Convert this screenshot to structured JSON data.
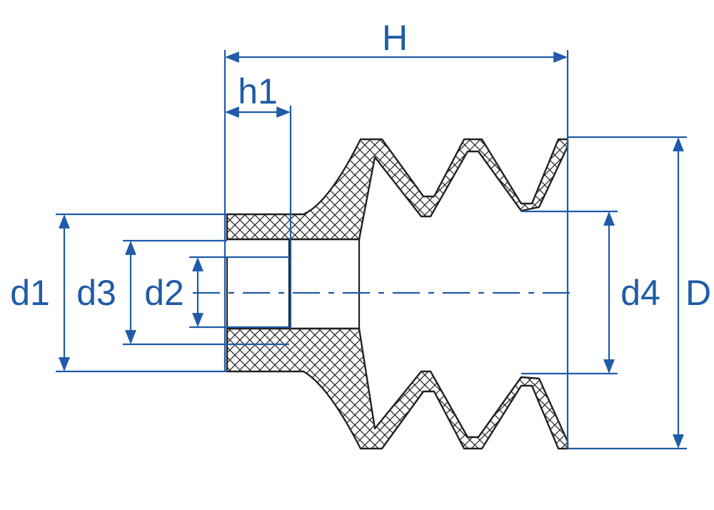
{
  "labels": {
    "H": "H",
    "h1": "h1",
    "d1": "d1",
    "d2": "d2",
    "d3": "d3",
    "d4": "d4",
    "D": "D"
  },
  "colors": {
    "dimension": "#1f5ba8",
    "outline": "#222222",
    "hatch": "#222222"
  }
}
